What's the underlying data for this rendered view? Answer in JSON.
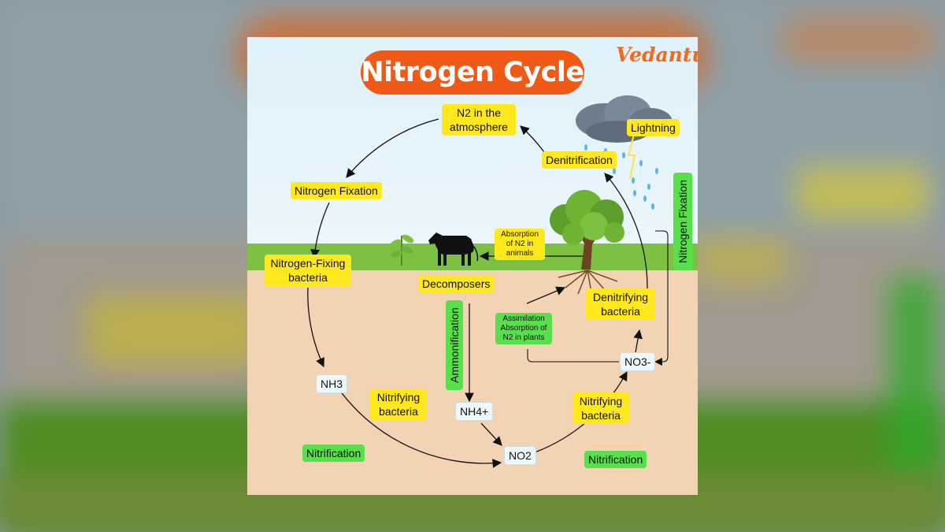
{
  "title": "Nitrogen Cycle",
  "brand": "Vedantu",
  "colors": {
    "title_bg": "#f05a16",
    "label_yellow": "#ffe81e",
    "label_green": "#58e04a",
    "sky": "#dff1fa",
    "grass": "#7cc142",
    "soil": "#f2d3b3"
  },
  "labels": {
    "n2_atmosphere": "N2 in the atmosphere",
    "nitrogen_fixation": "Nitrogen Fixation",
    "nitrogen_fixing_bacteria": "Nitrogen-Fixing bacteria",
    "nh3": "NH3",
    "nitrifying_bacteria_left": "Nitrifying bacteria",
    "nitrification_left": "Nitrification",
    "decomposers": "Decomposers",
    "ammonification": "Ammonification",
    "nh4": "NH4+",
    "no2": "NO2",
    "nitrifying_bacteria_right": "Nitrifying bacteria",
    "nitrification_right": "Nitrification",
    "no3": "NO3-",
    "denitrifying_bacteria": "Denitrifying bacteria",
    "assimilation": "Assimilation Absorption of N2 in plants",
    "absorption_animals": "Absorption of N2 in animals",
    "denitrification": "Denitrification",
    "lightning": "Lightning",
    "nitrogen_fixation_vertical": "Nitrogen Fixation"
  },
  "icons": [
    "cloud-icon",
    "tree-icon",
    "cow-icon",
    "sprout-icon",
    "rain-icon"
  ]
}
